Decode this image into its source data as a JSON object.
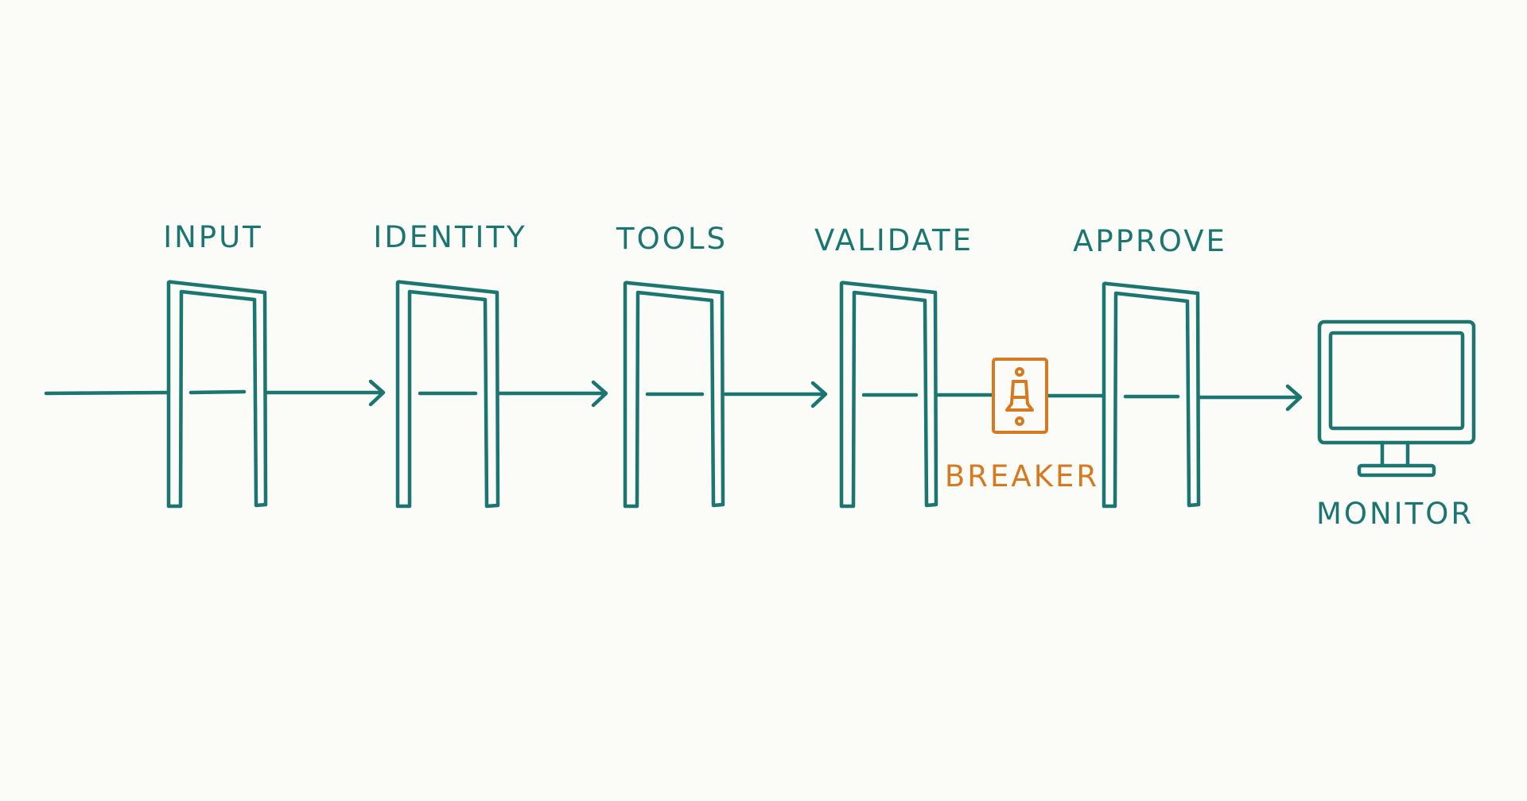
{
  "gates": [
    {
      "label": "INPUT"
    },
    {
      "label": "IDENTITY"
    },
    {
      "label": "TOOLS"
    },
    {
      "label": "VALIDATE"
    },
    {
      "label": "APPROVE"
    }
  ],
  "breaker": {
    "label": "BREAKER",
    "icon": "switch-icon"
  },
  "monitor": {
    "label": "MONITOR",
    "icon": "monitor-icon"
  },
  "colors": {
    "primary": "#1b7571",
    "accent": "#d67a22",
    "background": "#fbfbf7"
  }
}
